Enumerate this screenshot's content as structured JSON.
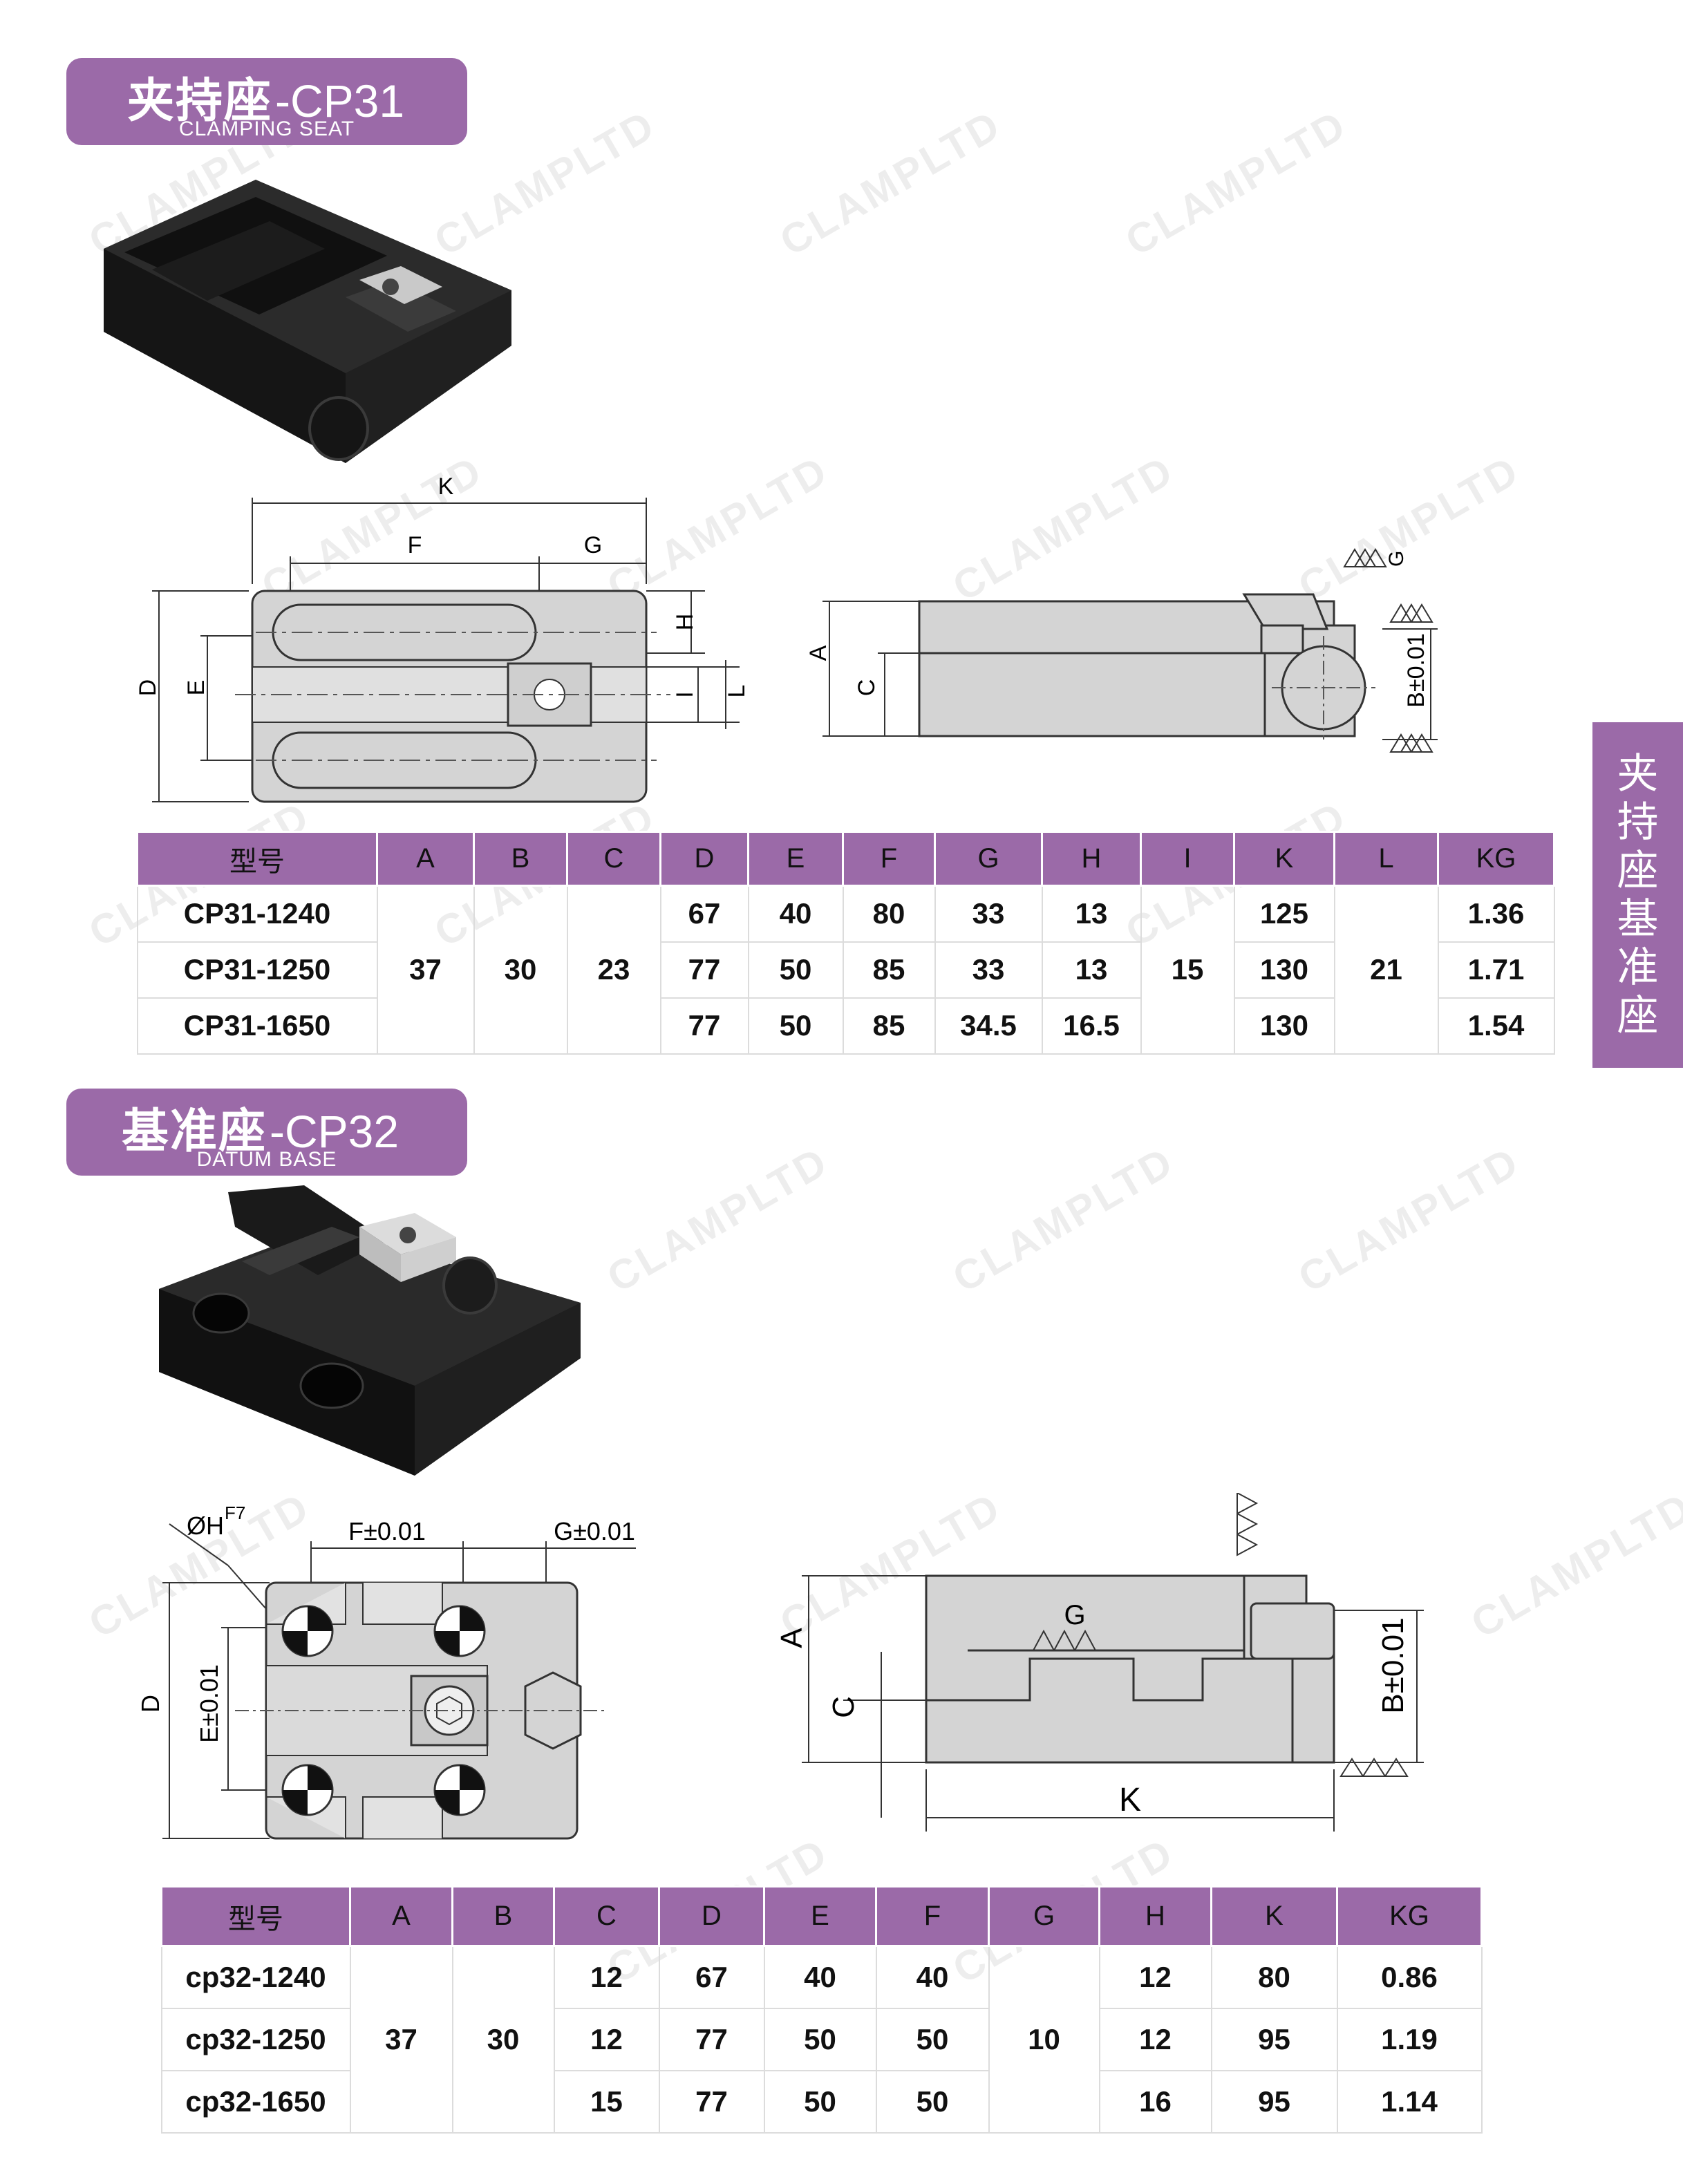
{
  "watermark": "CLAMPLTD",
  "side_tab": [
    "夹",
    "持",
    "座",
    "基",
    "准",
    "座"
  ],
  "cp31": {
    "title_cn": "夹持座",
    "title_code": "-CP31",
    "title_en": "CLAMPING SEAT",
    "drawing_labels": {
      "K": "K",
      "F": "F",
      "G": "G",
      "D": "D",
      "E": "E",
      "H": "H",
      "I": "I",
      "L": "L",
      "A": "A",
      "C": "C",
      "B": "B±0.01",
      "Gsurf": "G"
    },
    "table": {
      "headers": [
        "型号",
        "A",
        "B",
        "C",
        "D",
        "E",
        "F",
        "G",
        "H",
        "I",
        "K",
        "L",
        "KG"
      ],
      "rows": [
        {
          "model": "CP31-1240",
          "D": "67",
          "E": "40",
          "F": "80",
          "G": "33",
          "H": "13",
          "K": "125",
          "KG": "1.36"
        },
        {
          "model": "CP31-1250",
          "D": "77",
          "E": "50",
          "F": "85",
          "G": "33",
          "H": "13",
          "K": "130",
          "KG": "1.71"
        },
        {
          "model": "CP31-1650",
          "D": "77",
          "E": "50",
          "F": "85",
          "G": "34.5",
          "H": "16.5",
          "K": "130",
          "KG": "1.54"
        }
      ],
      "shared": {
        "A": "37",
        "B": "30",
        "C": "23",
        "I": "15",
        "L": "21"
      }
    }
  },
  "cp32": {
    "title_cn": "基准座",
    "title_code": "-CP32",
    "title_en": "DATUM BASE",
    "drawing_labels": {
      "phiH": "ØH",
      "F7": "F7",
      "F": "F±0.01",
      "G": "G±0.01",
      "D": "D",
      "E": "E±0.01",
      "A": "A",
      "C": "C",
      "B": "B±0.01",
      "K": "K",
      "Gsurf": "G"
    },
    "table": {
      "headers": [
        "型号",
        "A",
        "B",
        "C",
        "D",
        "E",
        "F",
        "G",
        "H",
        "K",
        "KG"
      ],
      "rows": [
        {
          "model": "cp32-1240",
          "C": "12",
          "D": "67",
          "E": "40",
          "F": "40",
          "H": "12",
          "K": "80",
          "KG": "0.86"
        },
        {
          "model": "cp32-1250",
          "C": "12",
          "D": "77",
          "E": "50",
          "F": "50",
          "H": "12",
          "K": "95",
          "KG": "1.19"
        },
        {
          "model": "cp32-1650",
          "C": "15",
          "D": "77",
          "E": "50",
          "F": "50",
          "H": "16",
          "K": "95",
          "KG": "1.14"
        }
      ],
      "shared": {
        "A": "37",
        "B": "30",
        "G": "10"
      }
    }
  }
}
